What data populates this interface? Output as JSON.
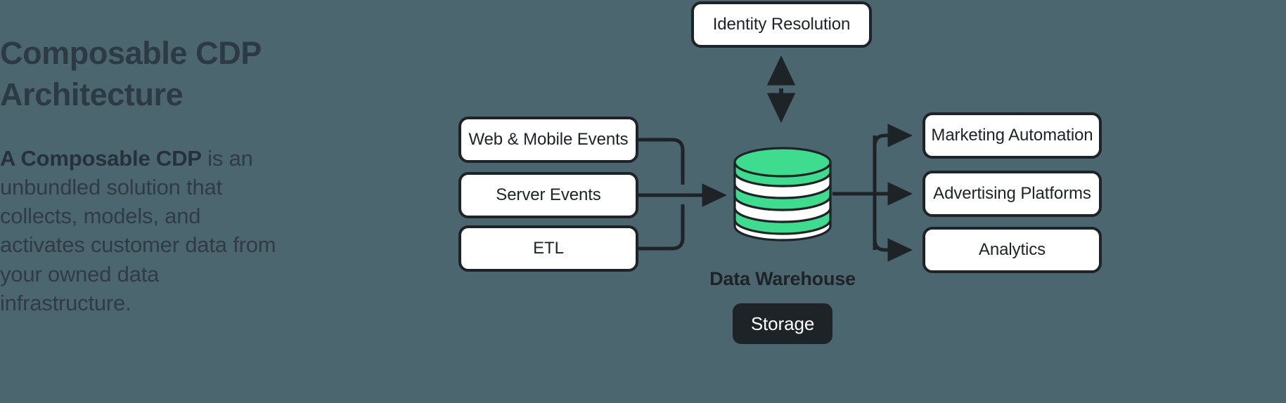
{
  "page": {
    "background_color": "#4c6670",
    "ink_color": "#1d2327",
    "accent_green": "#3fdb8e",
    "text_color": "#2c3a44"
  },
  "copy": {
    "headline": "Composable CDP Architecture",
    "blurb_bold": "A Composable CDP",
    "blurb_rest": " is an unbundled solution that collects, models, and activates customer data from your owned data infrastructure."
  },
  "diagram": {
    "type": "flow-diagram",
    "inputs": [
      {
        "id": "web-mobile-events",
        "label": "Web & Mobile Events"
      },
      {
        "id": "server-events",
        "label": "Server Events"
      },
      {
        "id": "etl",
        "label": "ETL"
      }
    ],
    "center": {
      "id": "data-warehouse",
      "label": "Data Warehouse",
      "badge": "Storage",
      "icon": "database-cylinder-icon",
      "bands": [
        "green",
        "white",
        "green",
        "white",
        "green",
        "white"
      ]
    },
    "top": {
      "id": "identity-resolution",
      "label": "Identity Resolution",
      "link": "bidirectional-dashed-arrow"
    },
    "outputs": [
      {
        "id": "marketing-automation",
        "label": "Marketing Automation"
      },
      {
        "id": "advertising-platforms",
        "label": "Advertising Platforms"
      },
      {
        "id": "analytics",
        "label": "Analytics"
      }
    ],
    "edges": [
      {
        "from": "web-mobile-events",
        "to": "data-warehouse",
        "style": "solid-elbow"
      },
      {
        "from": "server-events",
        "to": "data-warehouse",
        "style": "solid-straight-arrow"
      },
      {
        "from": "etl",
        "to": "data-warehouse",
        "style": "solid-elbow"
      },
      {
        "from": "identity-resolution",
        "to": "data-warehouse",
        "style": "dashed-double-arrow"
      },
      {
        "from": "data-warehouse",
        "to": "marketing-automation",
        "style": "solid-elbow-arrow"
      },
      {
        "from": "data-warehouse",
        "to": "advertising-platforms",
        "style": "solid-straight-arrow"
      },
      {
        "from": "data-warehouse",
        "to": "analytics",
        "style": "solid-elbow-arrow"
      }
    ]
  }
}
